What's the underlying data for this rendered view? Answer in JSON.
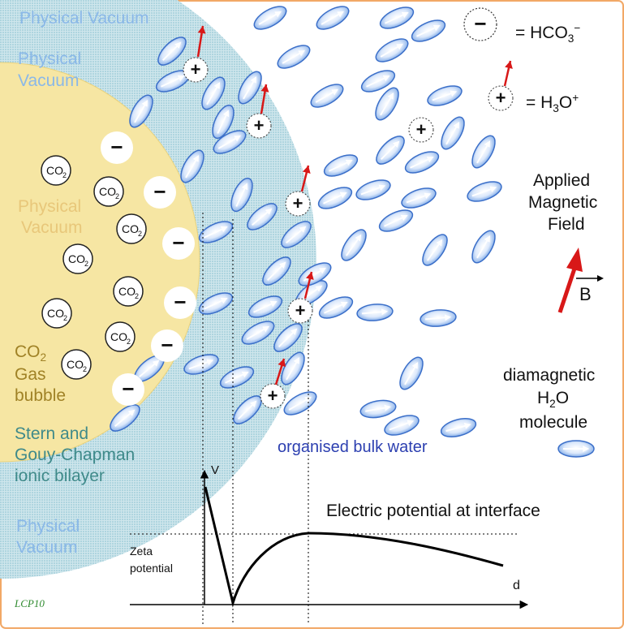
{
  "labels": {
    "vacuum_top": "Physical Vacuum",
    "vacuum_upper_1": "Physical",
    "vacuum_upper_2": "Vacuum",
    "vacuum_inner_1": "Physical",
    "vacuum_inner_2": "Vacuum",
    "vacuum_lower_1": "Physical",
    "vacuum_lower_2": "Vacuum",
    "co2_sub_main": "CO",
    "co2_sub_digit": "2",
    "gas": "Gas",
    "bubble": "bubble",
    "stern_1": "Stern and",
    "stern_2": "Gouy-Chapman",
    "stern_3": "ionic bilayer",
    "bulk_water": "organised bulk water",
    "potential_title": "Electric potential at interface",
    "zeta_1": "Zeta",
    "zeta_2": "potential",
    "axis_v": "V",
    "axis_d": "d",
    "applied_1": "Applied",
    "applied_2": "Magnetic",
    "applied_3": "Field",
    "b_vector": "B",
    "diamag_1": "diamagnetic",
    "diamag_h": "H",
    "diamag_2": "2",
    "diamag_o": "O",
    "diamag_3": "molecule",
    "watermark": "LCP10"
  },
  "legend": {
    "minus_symbol": "−",
    "plus_symbol": "+",
    "eq": "=",
    "hco3_main": "HCO",
    "hco3_sub": "3",
    "hco3_sup": "−",
    "h3o_main": "H",
    "h3o_sub": "3",
    "h3o_o": "O",
    "h3o_sup": "+"
  },
  "molecule_text": {
    "co2": "CO",
    "co2_sub": "2",
    "minus": "−",
    "plus": "+"
  },
  "colors": {
    "bubble_yellow": "#f6e6a3",
    "stern_layer": "#bcdde5",
    "water_blue": "#5b8fd8",
    "arrow_red": "#d81818",
    "frame_orange": "#f2a866",
    "curve_black": "#000000"
  }
}
